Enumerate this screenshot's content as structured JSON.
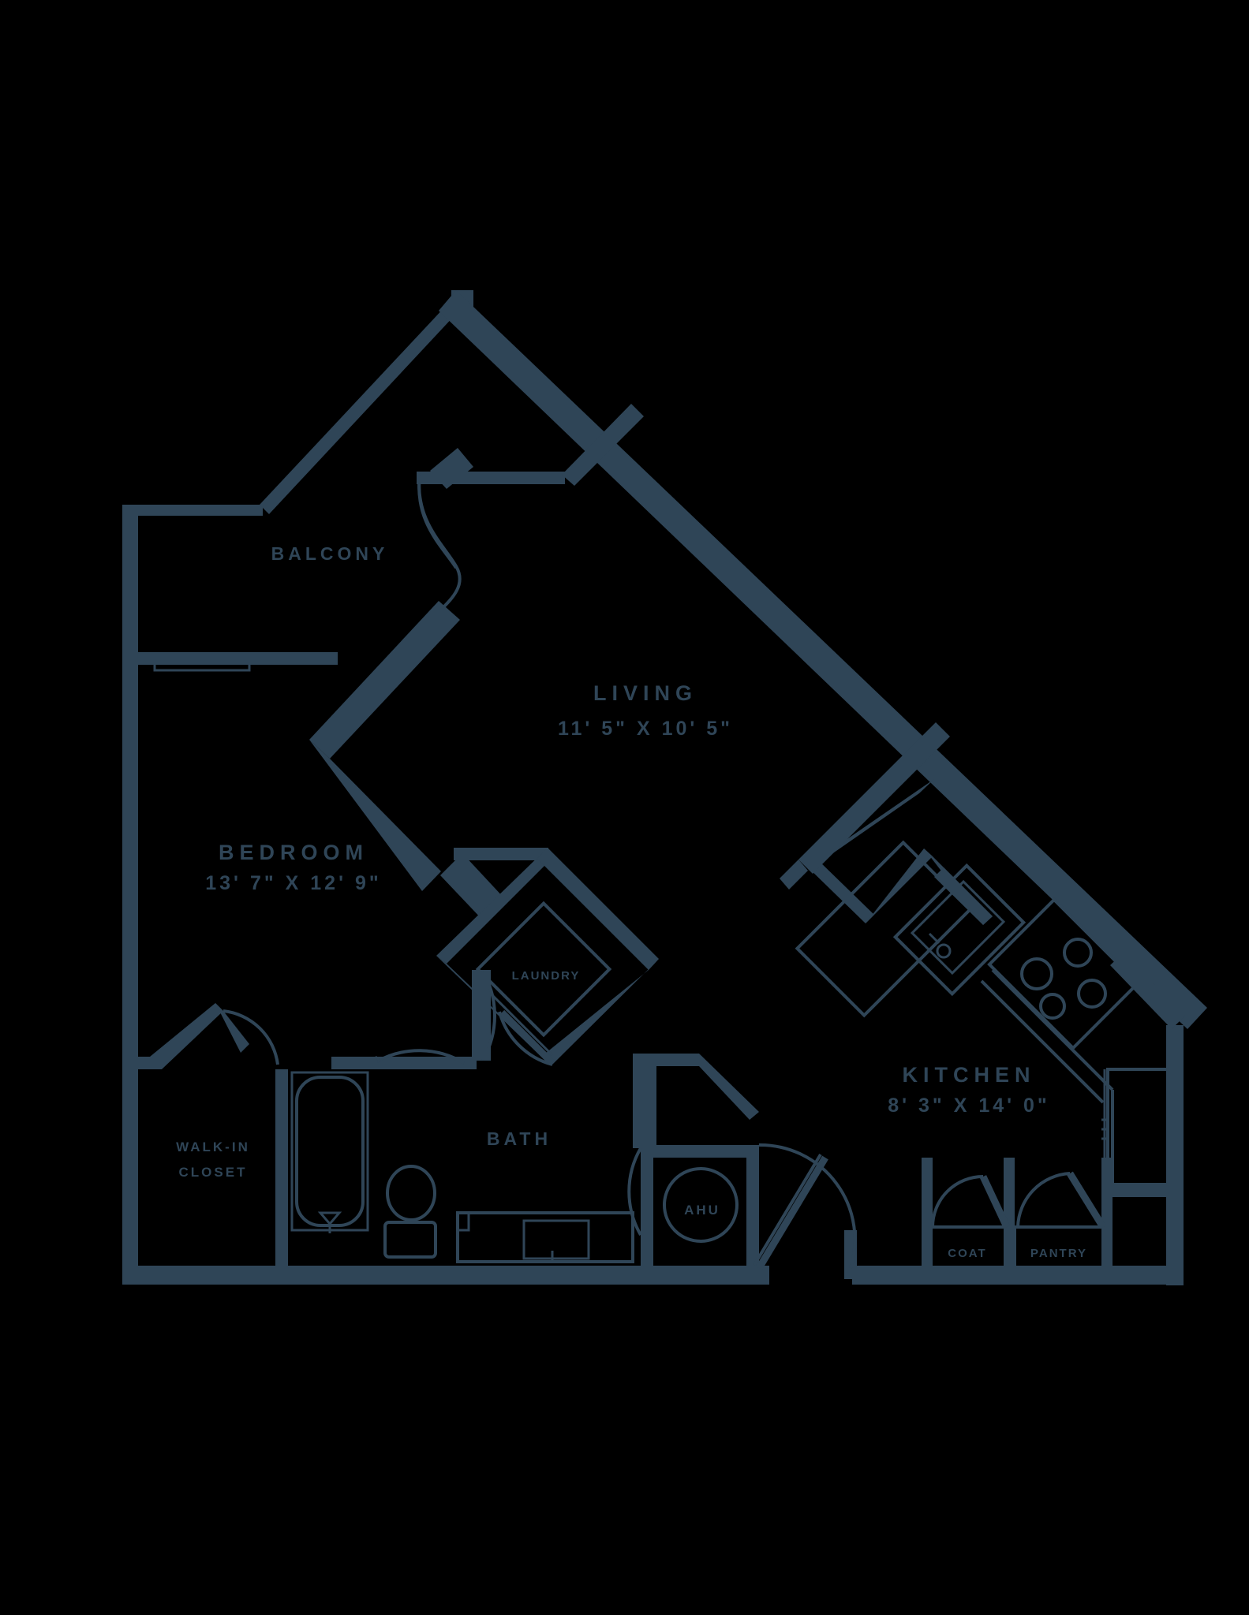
{
  "plan": {
    "accent_color": "#2f4557",
    "background_color": "#000000",
    "rooms": [
      {
        "id": "balcony",
        "label": "BALCONY",
        "dimensions": ""
      },
      {
        "id": "living",
        "label": "LIVING",
        "dimensions": "11' 5\" X 10' 5\""
      },
      {
        "id": "bedroom",
        "label": "BEDROOM",
        "dimensions": "13' 7\" X 12' 9\""
      },
      {
        "id": "kitchen",
        "label": "KITCHEN",
        "dimensions": "8' 3\" X 14' 0\""
      },
      {
        "id": "bath",
        "label": "BATH",
        "dimensions": ""
      },
      {
        "id": "laundry",
        "label": "LAUNDRY",
        "dimensions": ""
      },
      {
        "id": "walk_in",
        "label_line1": "WALK-IN",
        "label_line2": "CLOSET"
      },
      {
        "id": "ahu",
        "label": "AHU",
        "dimensions": ""
      },
      {
        "id": "coat",
        "label": "COAT",
        "dimensions": ""
      },
      {
        "id": "pantry",
        "label": "PANTRY",
        "dimensions": ""
      }
    ],
    "labels": {
      "balcony": "BALCONY",
      "living": "LIVING",
      "living_dim": "11' 5\" X 10' 5\"",
      "bedroom": "BEDROOM",
      "bedroom_dim": "13' 7\" X 12' 9\"",
      "kitchen": "KITCHEN",
      "kitchen_dim": "8' 3\" X 14' 0\"",
      "bath": "BATH",
      "laundry": "LAUNDRY",
      "walkin_1": "WALK-IN",
      "walkin_2": "CLOSET",
      "ahu": "AHU",
      "coat": "COAT",
      "pantry": "PANTRY"
    }
  }
}
